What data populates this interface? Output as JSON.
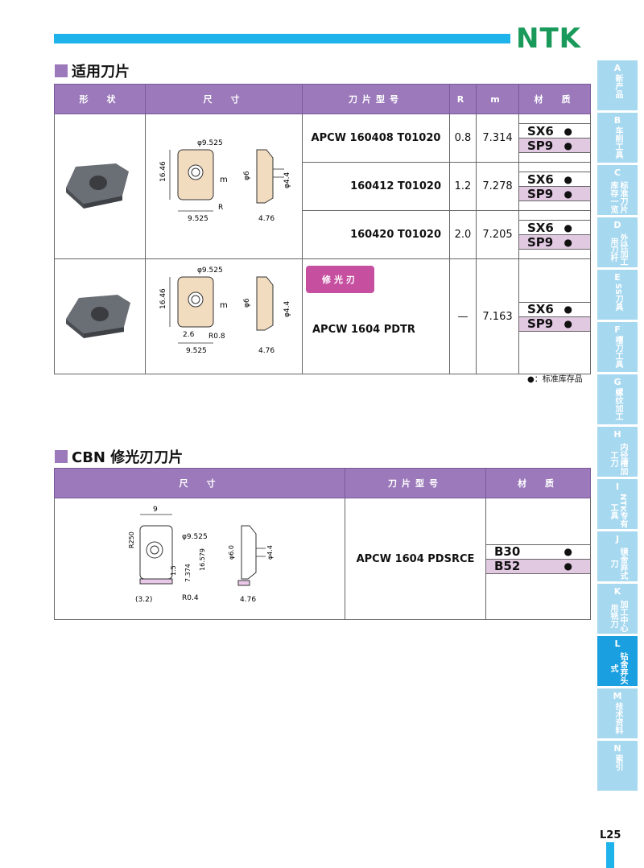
{
  "brand": "NTK",
  "section1": {
    "title": "适用刀片",
    "headers": {
      "shape": "形　状",
      "size": "尺　寸",
      "model": "刀片型号",
      "r": "R",
      "m": "m",
      "material": "材　质"
    },
    "rows": [
      {
        "model": "APCW 160408 T01020",
        "r": "0.8",
        "m": "7.314"
      },
      {
        "model": "160412 T01020",
        "r": "1.2",
        "m": "7.278"
      },
      {
        "model": "160420 T01020",
        "r": "2.0",
        "m": "7.205"
      },
      {
        "badge": "修光刃",
        "model": "APCW 1604 PDTR",
        "r": "—",
        "m": "7.163"
      }
    ],
    "materials": [
      {
        "name": "SX6",
        "mark": "●"
      },
      {
        "name": "SP9",
        "mark": "●"
      }
    ],
    "dims": {
      "d1": "φ9.525",
      "d2": "16.46",
      "d3": "9.525",
      "d4": "m",
      "d5": "R",
      "d6": "φ6",
      "d7": "φ4.4",
      "d8": "4.76",
      "d9": "2.6",
      "d10": "R0.8"
    },
    "note": "●：标准库存品"
  },
  "section2": {
    "title": "CBN 修光刃刀片",
    "headers": {
      "size": "尺　寸",
      "model": "刀片型号",
      "material": "材　质"
    },
    "row": {
      "model": "APCW 1604 PDSRCE"
    },
    "materials": [
      {
        "name": "B30",
        "mark": "●"
      },
      {
        "name": "B52",
        "mark": "●"
      }
    ],
    "dims": {
      "a": "9",
      "b": "R250",
      "c": "φ9.525",
      "d": "16.579",
      "e": "1.5",
      "f": "7.374",
      "g": "(3.2)",
      "h": "R0.4",
      "i": "φ6.0",
      "j": "φ4.4",
      "k": "4.76"
    }
  },
  "sidebar": [
    {
      "letter": "A",
      "text": "新产品"
    },
    {
      "letter": "B",
      "text": "车削工具"
    },
    {
      "letter": "C",
      "text": "标准刀片库存一览"
    },
    {
      "letter": "D",
      "text": "外径加工用刀杆"
    },
    {
      "letter": "E",
      "text": "SS刀具"
    },
    {
      "letter": "F",
      "text": "槽刀工具"
    },
    {
      "letter": "G",
      "text": "螺纹加工"
    },
    {
      "letter": "H",
      "text": "内径槽加工刀"
    },
    {
      "letter": "I",
      "text": "NTK专有工具"
    },
    {
      "letter": "J",
      "text": "镜舍弃式刀"
    },
    {
      "letter": "K",
      "text": "加工中心用铣刀"
    },
    {
      "letter": "L",
      "text": "钻舍弃头式"
    },
    {
      "letter": "M",
      "text": "技术资料"
    },
    {
      "letter": "N",
      "text": "索引"
    }
  ],
  "page_number": "L25",
  "colors": {
    "accent_blue": "#1eb3ea",
    "header_purple": "#9b79bb",
    "brand_green": "#1a9a5a",
    "highlight_pink": "#e2c9e2",
    "badge": "#c64fa0"
  }
}
